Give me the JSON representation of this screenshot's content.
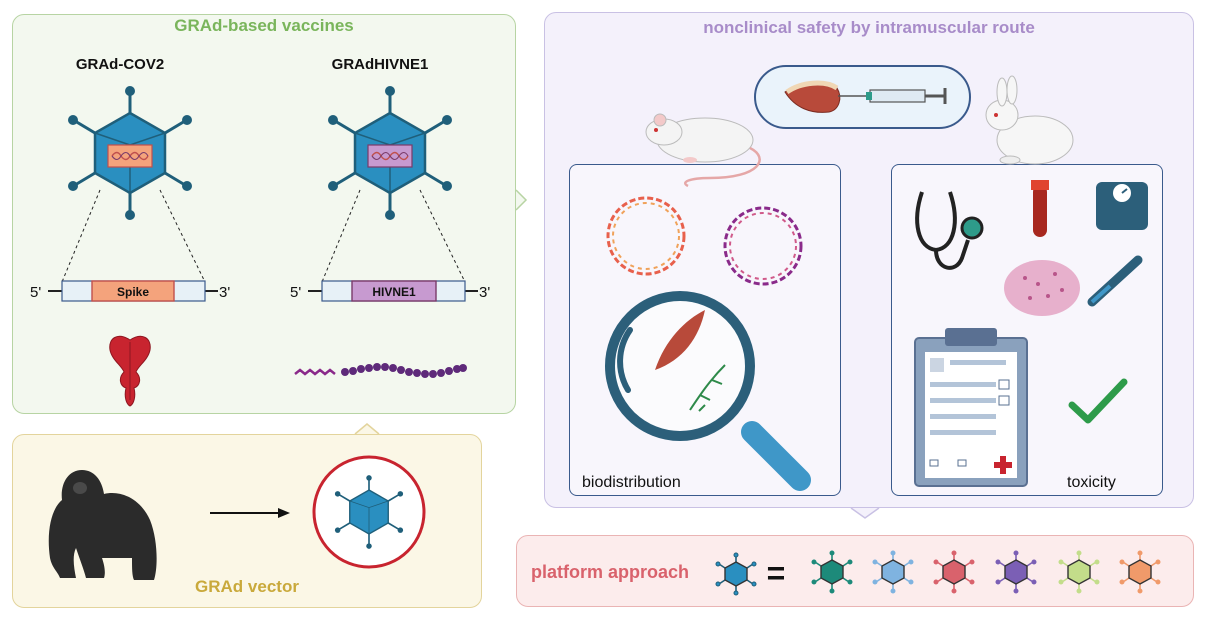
{
  "vaccines_panel": {
    "title": "GRAd-based vaccines",
    "vaccines": [
      {
        "name": "GRAd-COV2",
        "insert": "Spike",
        "insert_color": "#f4a37c"
      },
      {
        "name": "GRAdHIVNE1",
        "insert": "HIVNE1",
        "insert_color": "#c79ad0"
      }
    ],
    "five_prime": "5'",
    "three_prime": "3'"
  },
  "vector_panel": {
    "title": "GRAd vector"
  },
  "safety_panel": {
    "title": "nonclinical safety by intramuscular route",
    "biodistribution_label": "biodistribution",
    "toxicity_label": "toxicity"
  },
  "platform_panel": {
    "title": "platform approach",
    "equals": "="
  },
  "colors": {
    "vaccines_green": "#7ab55c",
    "vector_gold": "#c9a93b",
    "safety_purple": "#a88cc9",
    "platform_red": "#d9626c",
    "virion_blue": "#2a8fc0",
    "platform_variants": [
      "#1d8a7a",
      "#7fb3e0",
      "#d9626c",
      "#7b5fb5",
      "#c3dd8a",
      "#f09a6a"
    ]
  }
}
